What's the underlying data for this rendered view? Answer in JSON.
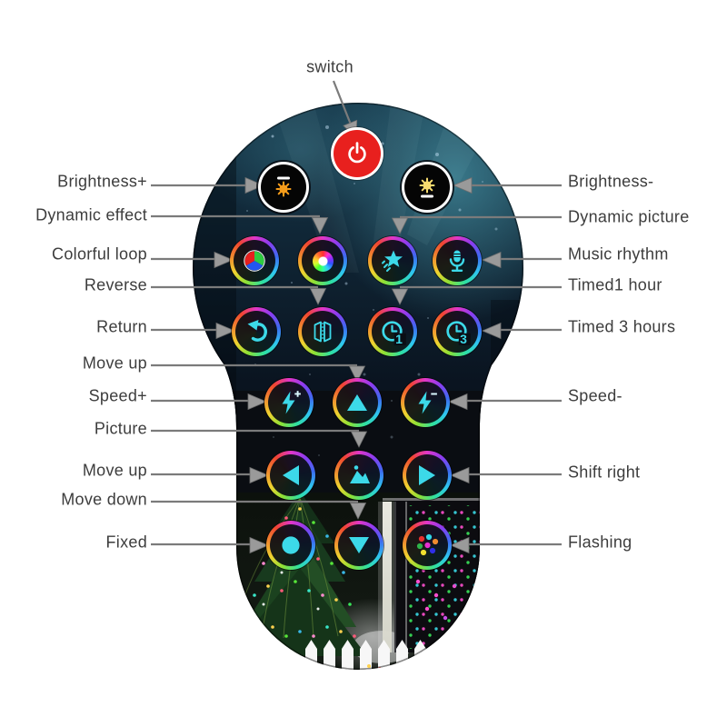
{
  "figure": {
    "description": "LED string-light remote control button diagram with callout labels",
    "top_callout": {
      "label": "switch",
      "target": "power-button"
    },
    "left_callouts": [
      {
        "label": "Brightness+",
        "target": "brightness-plus-button"
      },
      {
        "label": "Dynamic effect",
        "target": "dynamic-effect-button"
      },
      {
        "label": "Colorful loop",
        "target": "colorful-loop-button"
      },
      {
        "label": "Reverse",
        "target": "reverse-button"
      },
      {
        "label": "Return",
        "target": "return-button"
      },
      {
        "label": "Move up",
        "target": "move-up-button"
      },
      {
        "label": "Speed+",
        "target": "speed-plus-button"
      },
      {
        "label": "Picture",
        "target": "picture-button"
      },
      {
        "label": "Move up",
        "target": "shift-left-button"
      },
      {
        "label": "Move down",
        "target": "move-down-button"
      },
      {
        "label": "Fixed",
        "target": "fixed-button"
      }
    ],
    "right_callouts": [
      {
        "label": "Brightness-",
        "target": "brightness-minus-button"
      },
      {
        "label": "Dynamic picture",
        "target": "dynamic-picture-button"
      },
      {
        "label": "Music rhythm",
        "target": "music-rhythm-button"
      },
      {
        "label": "Timed1 hour",
        "target": "timed-1-hour-button"
      },
      {
        "label": "Timed 3 hours",
        "target": "timed-3-hours-button"
      },
      {
        "label": "Speed-",
        "target": "speed-minus-button"
      },
      {
        "label": "Shift right",
        "target": "shift-right-button"
      },
      {
        "label": "Flashing",
        "target": "flashing-button"
      }
    ],
    "buttons": {
      "clock_1_digit": "1",
      "clock_3_digit": "3"
    },
    "colors": {
      "power_red": "#e8201e",
      "icon_cyan": "#3cd9e9",
      "sun_orange": "#f59c1a",
      "sun_yellow": "#f7dc6f",
      "label_text": "#3d3d3d",
      "callout_line": "#7b7b7b",
      "arrowhead": "#9a9a9a",
      "ring_rainbow": [
        "#e236c8",
        "#3c6cf0",
        "#2fc6f0",
        "#8be036",
        "#f0d22f",
        "#f08b2f",
        "#f0452f"
      ],
      "flashing_dots": [
        "#e8302f",
        "#2fd9e8",
        "#f08b2f",
        "#2fb34a",
        "#e82fd0",
        "#f0e02f",
        "#2f2fe8"
      ]
    }
  }
}
